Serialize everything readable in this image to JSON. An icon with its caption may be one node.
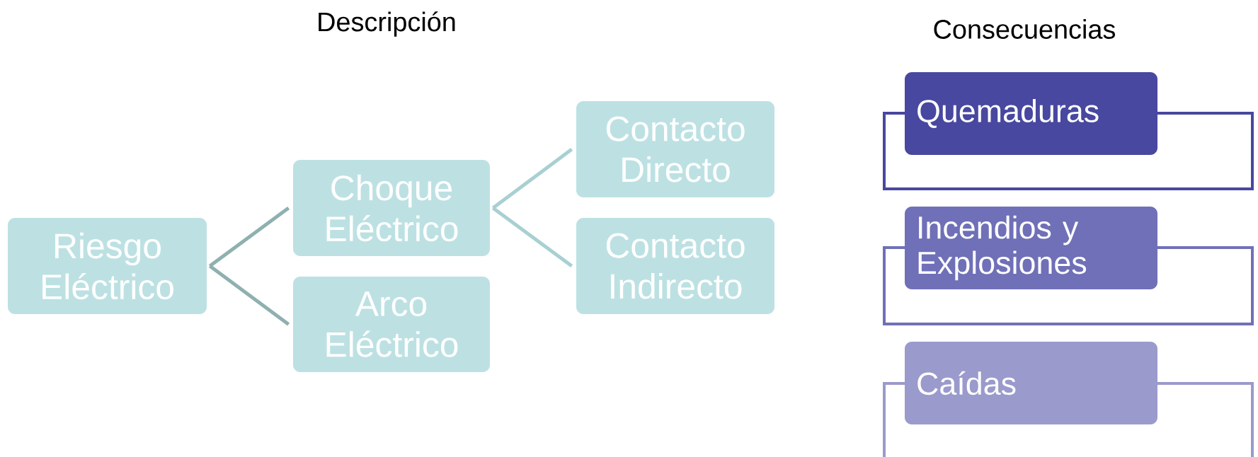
{
  "diagram": {
    "nodes": [
      {
        "text": [
          "Riesgo Eléctrico"
        ]
      },
      {
        "text": [
          "Choque Eléctrico"
        ]
      },
      {
        "text": [
          "Arco Eléctrico"
        ]
      },
      {
        "text": [
          "Contacto Directo"
        ]
      },
      {
        "text": [
          "Contacto Indirecto"
        ]
      },
      {
        "text": [
          "Quemaduras"
        ]
      },
      {
        "text": [
          "Incendios y Explosiones"
        ]
      },
      {
        "text": [
          "Caídas"
        ]
      }
    ],
    "edges": [
      {
        "from": 0,
        "to": 1,
        "arrow": "none",
        "color": "#8fb0b0"
      },
      {
        "from": 0,
        "to": 2,
        "arrow": "none",
        "color": "#8fb0b0"
      },
      {
        "from": 1,
        "to": 3,
        "arrow": "none",
        "color": "#a8d0d2"
      },
      {
        "from": 1,
        "to": 4,
        "arrow": "none",
        "color": "#a8d0d2"
      }
    ],
    "labels": [
      "Descripción",
      "Consecuencias"
    ]
  }
}
